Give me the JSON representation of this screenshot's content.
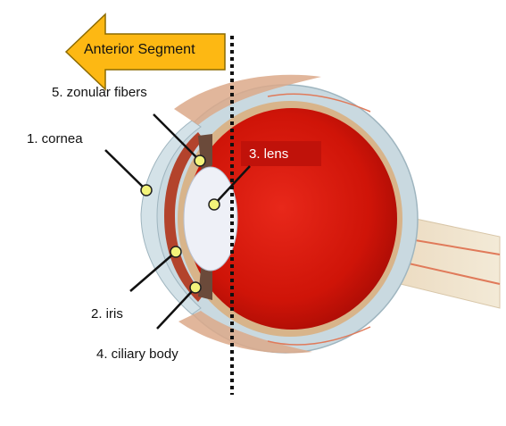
{
  "diagram": {
    "arrow_label": "Anterior Segment",
    "labels": {
      "zonular_fibers": "5. zonular fibers",
      "cornea": "1. cornea",
      "lens": "3. lens",
      "iris": "2. iris",
      "ciliary_body": "4. ciliary body"
    },
    "colors": {
      "arrow_fill": "#fdb813",
      "eye_red": "#d71a0f",
      "marker_fill": "#f3f37a",
      "lens_fill": "#eef0f7",
      "sclera": "#c9d9e0"
    }
  }
}
